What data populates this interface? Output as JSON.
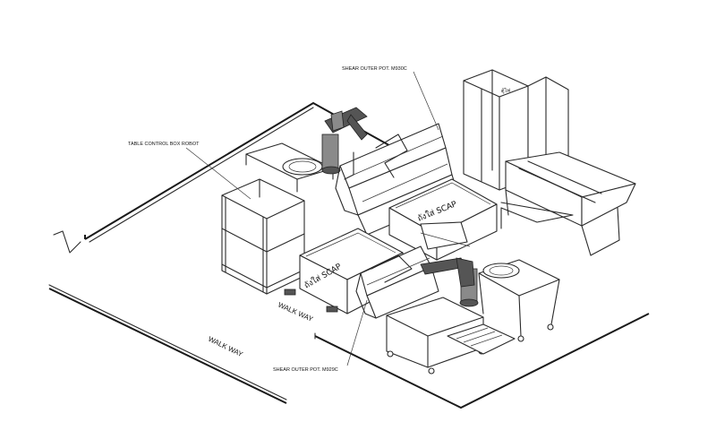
{
  "labels": {
    "shear_outer_top": "SHEAR OUTER POT. M930C",
    "table_control_box": "TABLE CONTROL BOX ROBOT",
    "bin_left": "ถังใส่ SCAP",
    "bin_right": "ถังใส่ SCAP",
    "cabinet": "ตู้ไฟ",
    "walkway_small": "WALK WAY",
    "walkway_large": "WALK WAY",
    "shear_outer_bottom": "SHEAR OUTER POT. M929C"
  }
}
